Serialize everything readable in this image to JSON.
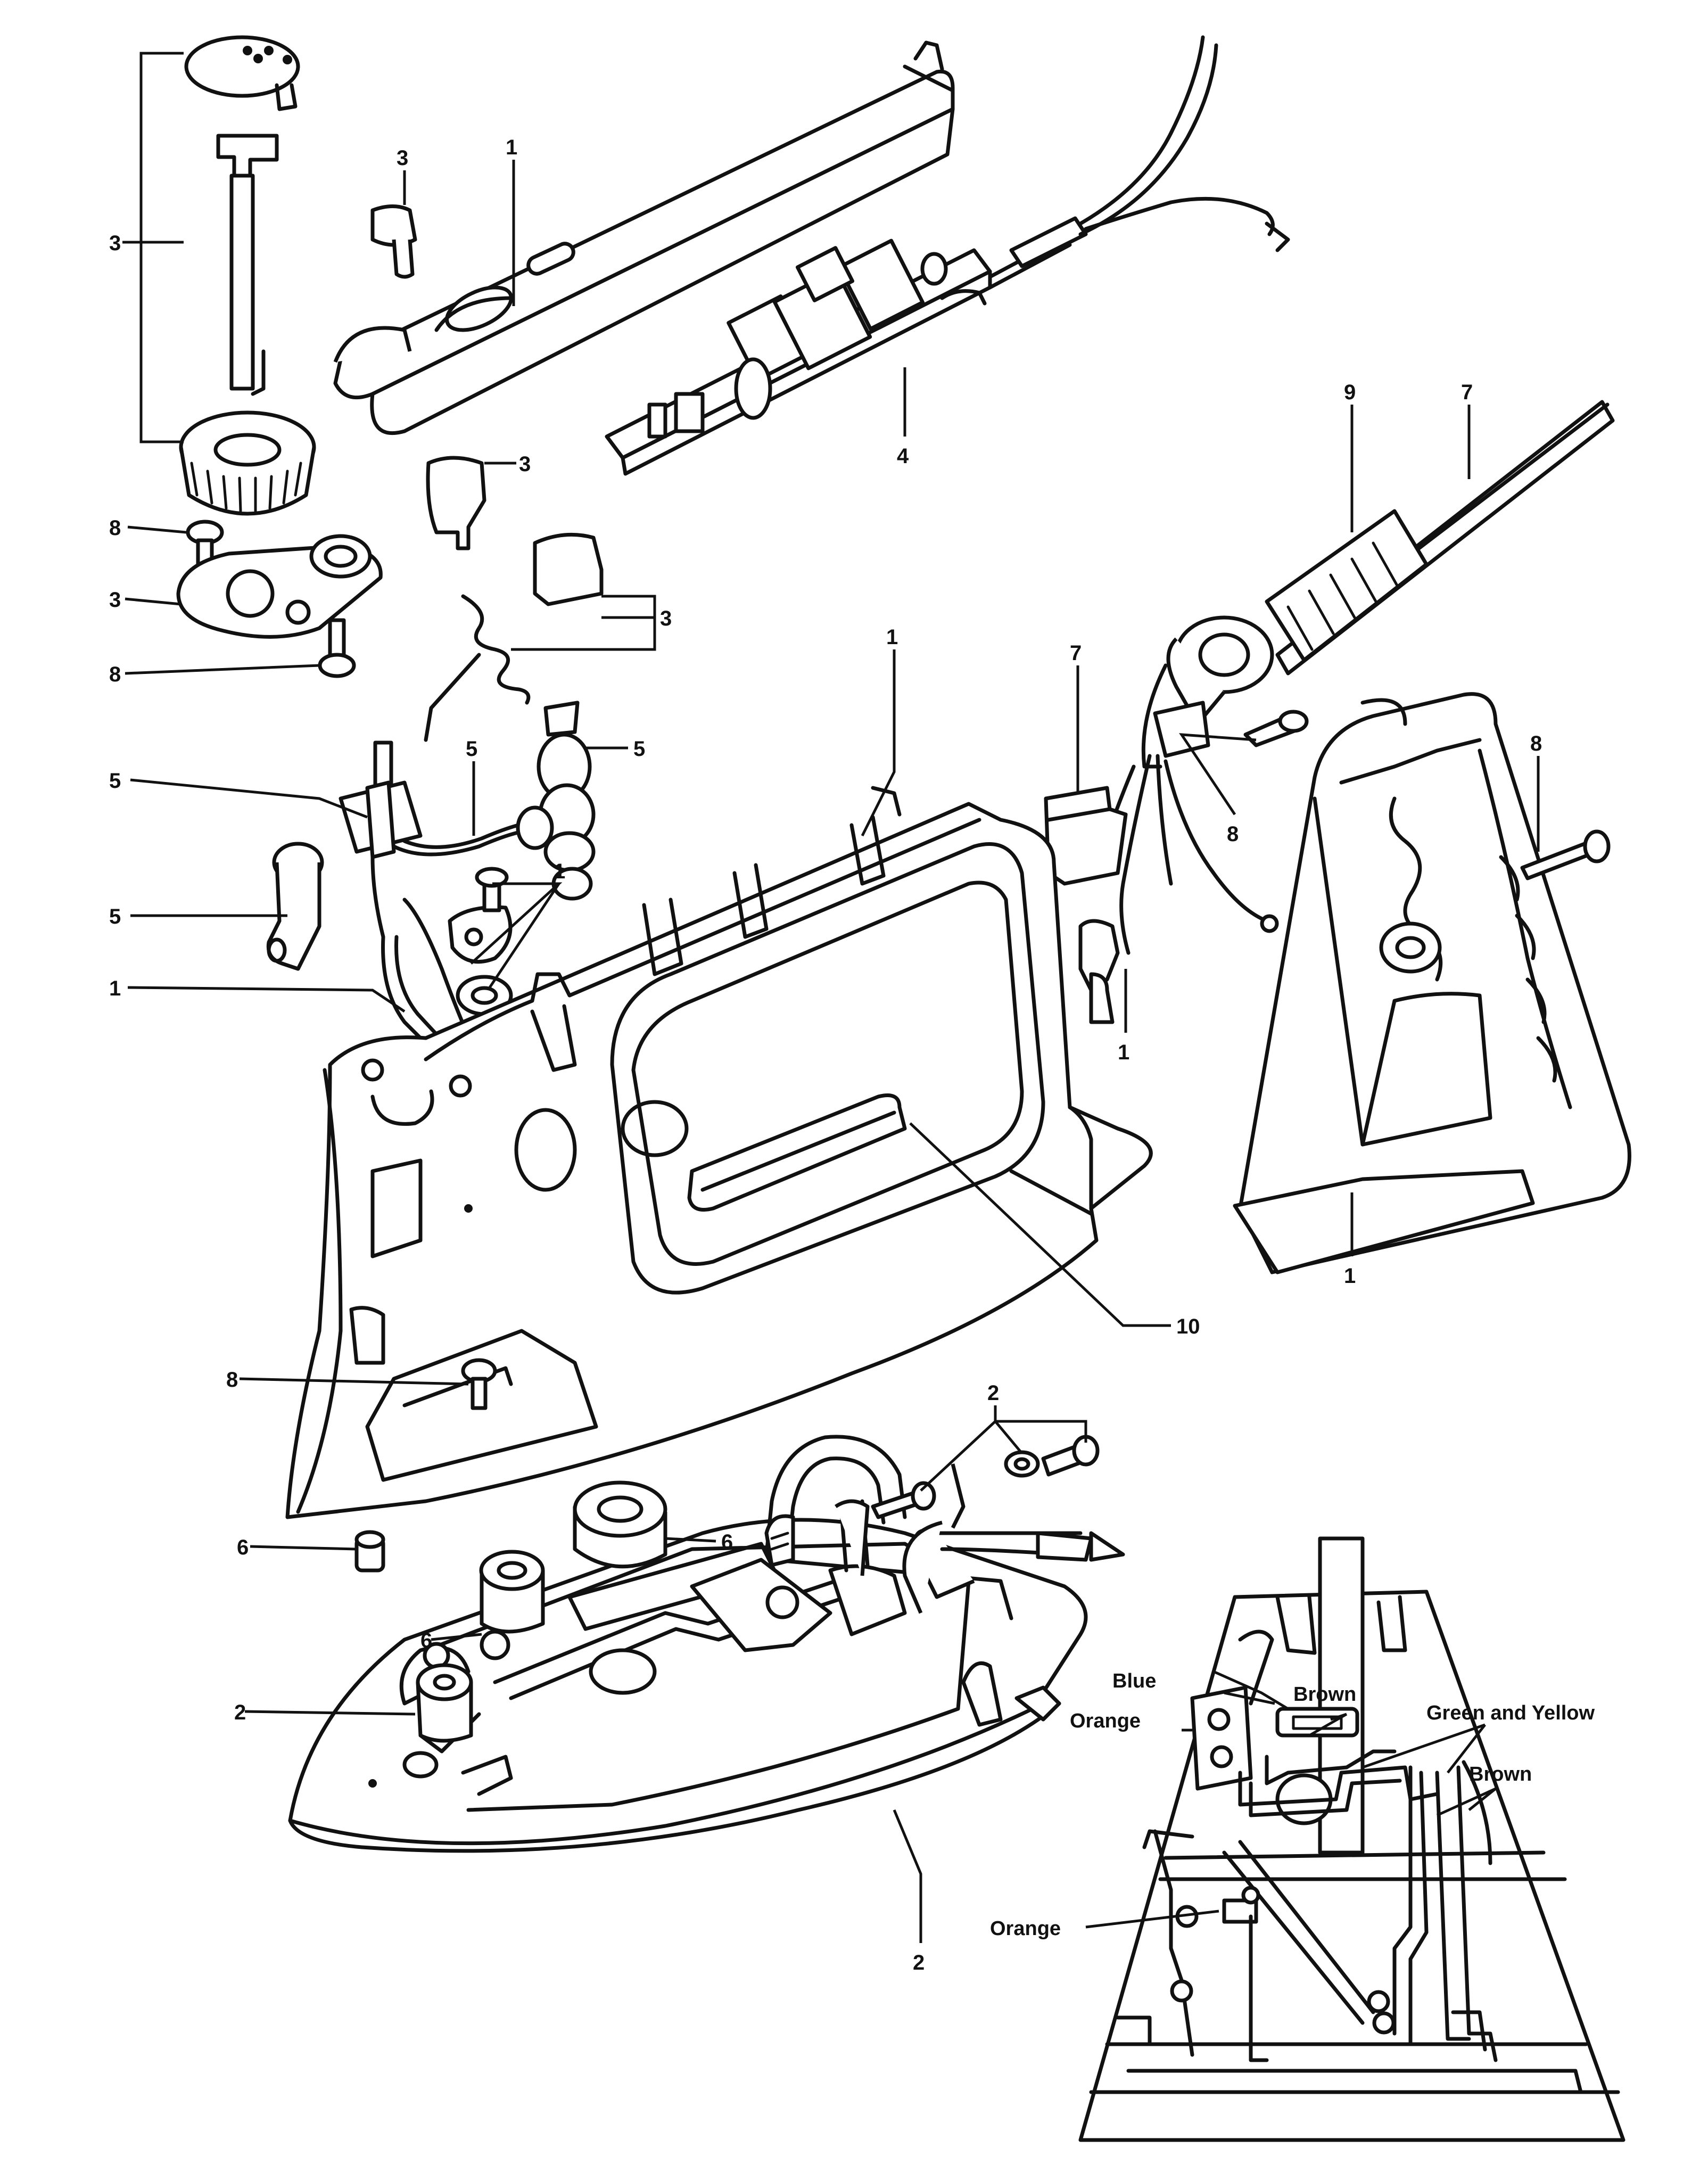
{
  "callouts": {
    "dial_top": "3",
    "control_rod": "3",
    "screw_upper": "8",
    "dial_plate": "3",
    "screw_lower": "8",
    "steam_button": "3",
    "handle_cover": "1",
    "pcb": "4",
    "spray_button": "3",
    "spring_assembly": "3",
    "cord_guard": "9",
    "mains_cable": "7",
    "valve_left": "5",
    "spray_pipe": "5",
    "pump_right": "5",
    "nozzle": "5",
    "valve_plate": "1",
    "tube": "1",
    "body_shell": "1",
    "terminal_block": "7",
    "terminal_base": "1",
    "cord_screws": "8",
    "heel_screw": "8",
    "heel_cover": "1",
    "window": "10",
    "front_screw": "8",
    "soleplate_screws": "2",
    "seal_small": "6",
    "seal_ring": "6",
    "seal_medium": "6",
    "bush": "2",
    "soleplate": "2"
  },
  "wire_labels": {
    "blue": "Blue",
    "brown_top": "Brown",
    "orange_top": "Orange",
    "green_yellow": "Green and Yellow",
    "brown_right": "Brown",
    "orange_bottom": "Orange"
  }
}
